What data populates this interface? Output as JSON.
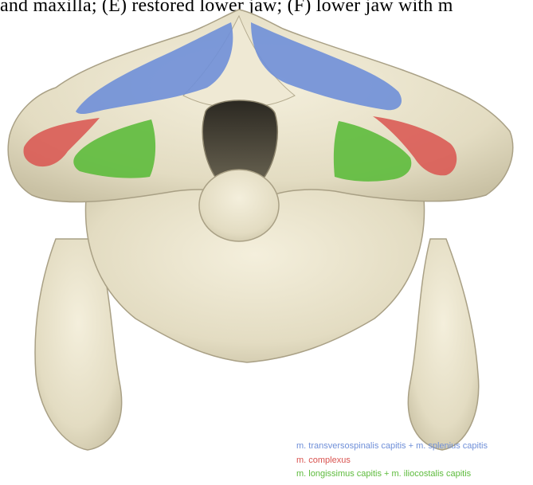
{
  "caption": "and maxilla; (E) restored lower jaw; (F) lower jaw with m",
  "muscles": [
    {
      "key": "transversospinalis",
      "label": "m. transversospinalis capitis + m. splenius capitis",
      "color": "#6f8fd8"
    },
    {
      "key": "complexus",
      "label": "m. complexus",
      "color": "#d9534f"
    },
    {
      "key": "longissimus",
      "label": "m. longissimus capitis + m. iliocostalis capitis",
      "color": "#5dbb3c"
    }
  ],
  "colors": {
    "bone": "#ebe5cf",
    "bone_shadow": "#b9b195",
    "bone_dark": "#4a4536"
  }
}
